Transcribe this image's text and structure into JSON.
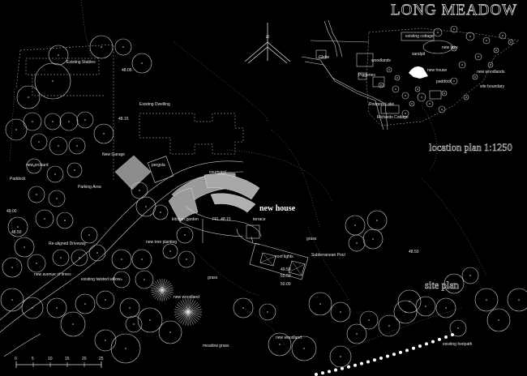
{
  "title": "LONG MEADOW",
  "location_plan_caption": "location plan 1:1250",
  "site_plan_caption": "site plan",
  "north_label": "N",
  "new_house_label": "new house",
  "site_labels": {
    "existing_stables": "Existing Stables",
    "existing_dwelling": "Existing Dwelling",
    "new_garage": "New Garage",
    "new_orchard": "new orchard",
    "paddock": "Paddock",
    "parking_area": "Parking Area",
    "realigned_driveway": "Re-aligned Driveway",
    "new_avenue": "new avenue of limes",
    "existing_willow": "existing twisted willow",
    "new_tree_planting": "new tree planting",
    "terrace": "terrace",
    "grass": "grass",
    "new_woodland": "new woodland",
    "subterranean_pool": "Subterranean Pool",
    "meadow_grass": "meadow grass",
    "existing_footpath": "existing footpath",
    "kitchen_garden": "kitchen garden",
    "pergola": "pergola",
    "courtyard": "courtyard",
    "new_woodland_2": "new woodland",
    "grass_2": "grass",
    "ffl": "FFL 48.15",
    "roof_lights": "roof lights"
  },
  "location_labels": {
    "existing_cottage": "existing cottage",
    "new_lake": "new lake",
    "new_house": "new house",
    "paddock": "paddock",
    "new_woodlands": "new woodlands",
    "site_boundary": "site boundary",
    "sandpit": "sandpit",
    "glebe": "Glebe",
    "woodlands": "woodlands",
    "rodgers_lake": "Rodgers Lake",
    "richards_cottage": "Richards Cottage",
    "piggeries": "Piggeries"
  },
  "levels": [
    "48.05",
    "48.15",
    "49.00",
    "48.50",
    "50.50",
    "50.00",
    "49.50",
    "48.50"
  ],
  "scale_bar": {
    "ticks": [
      "0",
      "5",
      "10",
      "15",
      "20",
      "25"
    ]
  },
  "colors": {
    "background": "#000000",
    "line": "#cfcfcf",
    "building_fill": "#9a9a9a"
  }
}
